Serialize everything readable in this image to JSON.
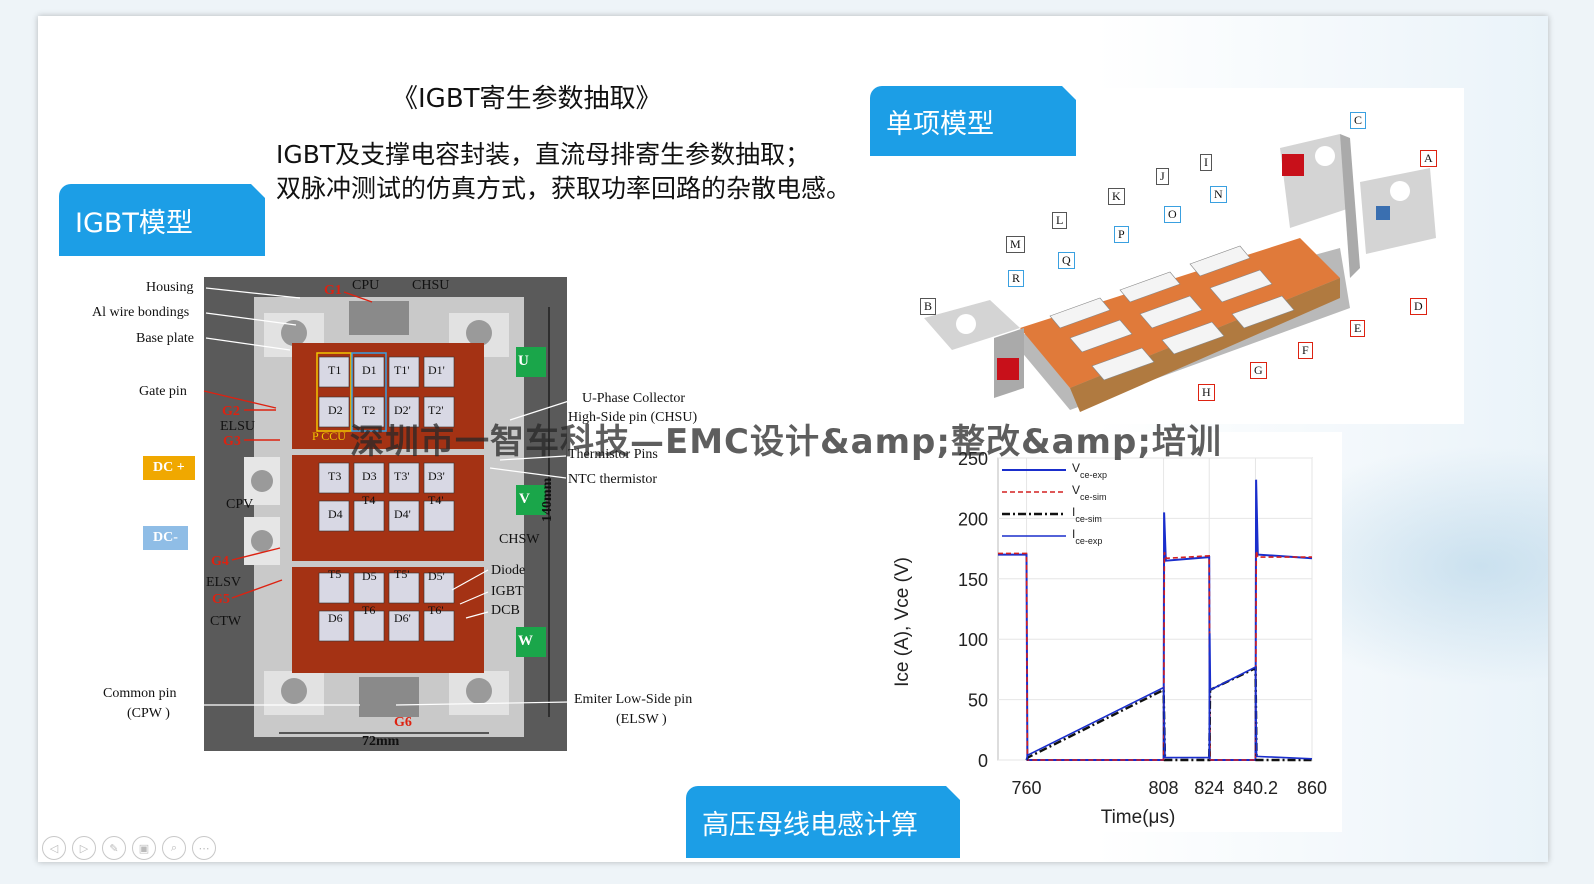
{
  "slide": {
    "title": "《IGBT寄生参数抽取》",
    "desc_line1": "IGBT及支撑电容封装，直流母排寄生参数抽取；",
    "desc_line2": "双脉冲测试的仿真方式，获取功率回路的杂散电感。",
    "watermark": "深圳市一智车科技—EMC设计&amp;整改&amp;培训"
  },
  "tabs": {
    "igbt_model": "IGBT模型",
    "single_model": "单项模型",
    "bus_inductance": "高压母线电感计算"
  },
  "igbt_labels": {
    "housing": "Housing",
    "al_wire": "Al wire bondings",
    "base_plate": "Base plate",
    "gate_pin": "Gate pin",
    "g1": "G1",
    "g2": "G2",
    "g3": "G3",
    "g4": "G4",
    "g5": "G5",
    "g6": "G6",
    "cpu": "CPU",
    "chsu": "CHSU",
    "elsu": "ELSU",
    "cpv": "CPV",
    "elsv": "ELSV",
    "ctw": "CTW",
    "chsw": "CHSW",
    "dc_plus": "DC +",
    "dc_minus": "DC-",
    "u": "U",
    "v": "V",
    "w": "W",
    "uphase1": "U-Phase Collector",
    "uphase2": "High-Side pin (CHSU)",
    "thermistor": "Thermistor Pins",
    "ntc": "NTC thermistor",
    "diode": "Diode",
    "igbt": "IGBT",
    "dcb": "DCB",
    "common1": "Common pin",
    "common2": "(CPW )",
    "emitter1": "Emiter Low-Side pin",
    "emitter2": "(ELSW )",
    "dim_h": "140mm",
    "dim_w": "72mm",
    "chips": [
      "T1",
      "D1",
      "T1'",
      "D1'",
      "D2",
      "T2",
      "D2'",
      "T2'",
      "T3",
      "D3",
      "T3'",
      "D3'",
      "D4",
      "T4",
      "D4'",
      "T4'",
      "T5",
      "D5",
      "T5'",
      "D5'",
      "D6",
      "T6",
      "D6'",
      "T6'"
    ],
    "pcu": "P CCU"
  },
  "module_letters": [
    "A",
    "B",
    "C",
    "D",
    "E",
    "F",
    "G",
    "H",
    "I",
    "J",
    "K",
    "L",
    "M",
    "N",
    "O",
    "P",
    "Q",
    "R"
  ],
  "chart_data": {
    "type": "line",
    "xlabel": "Time(μs)",
    "ylabel": "Ice (A), Vce (V)",
    "xticks": [
      "760",
      "808",
      "824",
      "840.2",
      "860"
    ],
    "yticks": [
      "0",
      "50",
      "100",
      "150",
      "200",
      "250"
    ],
    "xlim": [
      750,
      860
    ],
    "ylim": [
      0,
      250
    ],
    "ytop_label": "250",
    "legend": [
      "Vce-exp",
      "Vce-sim",
      "Ice-sim",
      "Ice-exp"
    ],
    "legend_main": [
      "V",
      "V",
      "I",
      "I"
    ],
    "legend_sub": [
      "ce-exp",
      "ce-sim",
      "ce-sim",
      "ce-exp"
    ],
    "series": [
      {
        "name": "Vce-exp",
        "color": "#1a2ecc",
        "x": [
          750,
          760,
          760.3,
          808,
          808.2,
          808.8,
          824,
          824.2,
          840.2,
          840.4,
          841,
          860
        ],
        "y": [
          170,
          170,
          0,
          0,
          205,
          165,
          168,
          0,
          0,
          232,
          170,
          167
        ]
      },
      {
        "name": "Vce-sim",
        "color": "#d42020",
        "x": [
          750,
          760,
          760.3,
          808,
          808.3,
          809,
          824,
          824.3,
          840.2,
          840.5,
          841,
          860
        ],
        "y": [
          171,
          171,
          0,
          0,
          172,
          167,
          169,
          0,
          0,
          173,
          168,
          168
        ]
      },
      {
        "name": "Ice-sim",
        "color": "#111111",
        "x": [
          760,
          760.4,
          808,
          808.5,
          824,
          824.3,
          840.2,
          840.6,
          860
        ],
        "y": [
          0,
          2,
          58,
          0,
          0,
          58,
          76,
          0,
          0
        ]
      },
      {
        "name": "Ice-exp",
        "color": "#1a2ecc",
        "x": [
          760,
          760.4,
          808,
          808.5,
          824,
          824.2,
          824.4,
          840.2,
          840.6,
          860
        ],
        "y": [
          0,
          4,
          60,
          2,
          2,
          105,
          58,
          77,
          3,
          1
        ]
      }
    ]
  },
  "nav": [
    "◁",
    "▷",
    "✎",
    "▣",
    "⌕",
    "⋯"
  ],
  "colors": {
    "accent": "#1c9ee6",
    "dc_plus": "#f0a800",
    "dc_minus": "#8fbde6",
    "phase": "#1aa64a"
  }
}
